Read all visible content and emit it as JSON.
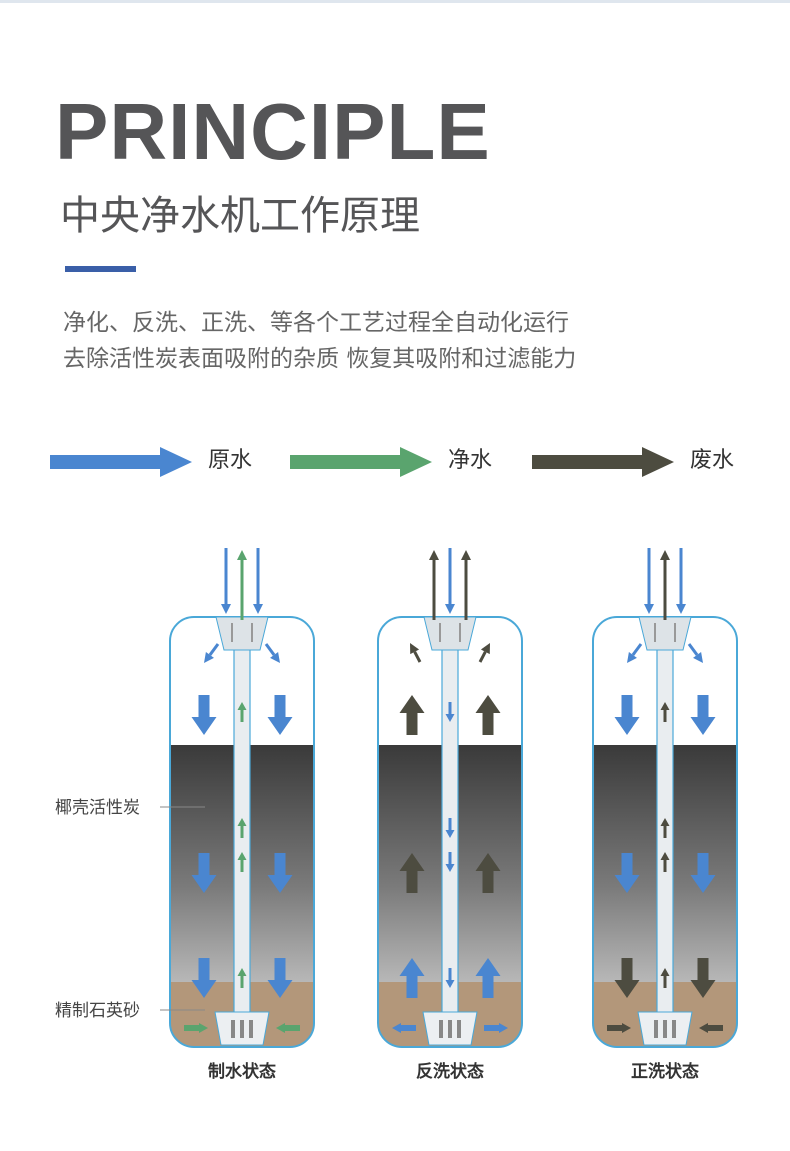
{
  "header": {
    "title_en": "PRINCIPLE",
    "title_cn": "中央净水机工作原理",
    "description_lines": [
      "净化、反洗、正洗、等各个工艺过程全自动化运行",
      "去除活性炭表面吸附的杂质 恢复其吸附和过滤能力"
    ]
  },
  "legend": [
    {
      "label": "原水",
      "color": "#4a86d0"
    },
    {
      "label": "净水",
      "color": "#5aa46e"
    },
    {
      "label": "废水",
      "color": "#4d4c40"
    }
  ],
  "annotations": {
    "carbon_layer": "椰壳活性炭",
    "sand_layer": "精制石英砂"
  },
  "tanks": [
    {
      "label": "制水状态"
    },
    {
      "label": "反洗状态"
    },
    {
      "label": "正洗状态"
    }
  ]
}
